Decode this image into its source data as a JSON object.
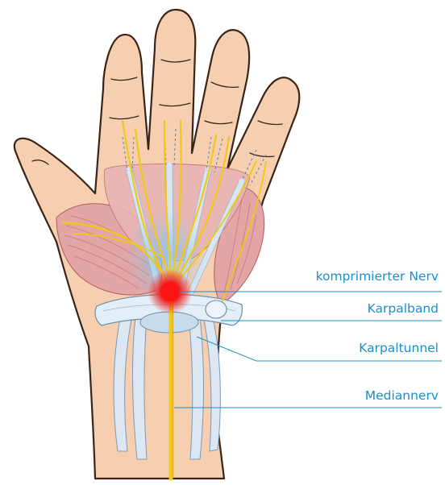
{
  "labels": {
    "compressed_nerve": "komprimierter Nerv",
    "carpal_ligament": "Karpalband",
    "carpal_tunnel": "Karpaltunnel",
    "median_nerve": "Mediannerv"
  },
  "colors": {
    "skin": "#f6cfb0",
    "skin_outline": "#3a2418",
    "muscle": "#e3a6a6",
    "tendon": "#d7e6f2",
    "nerve": "#f2c718",
    "inflammation": "#e8222a",
    "label_text": "#1c8fc8",
    "leader_line": "#1c8fc8"
  }
}
